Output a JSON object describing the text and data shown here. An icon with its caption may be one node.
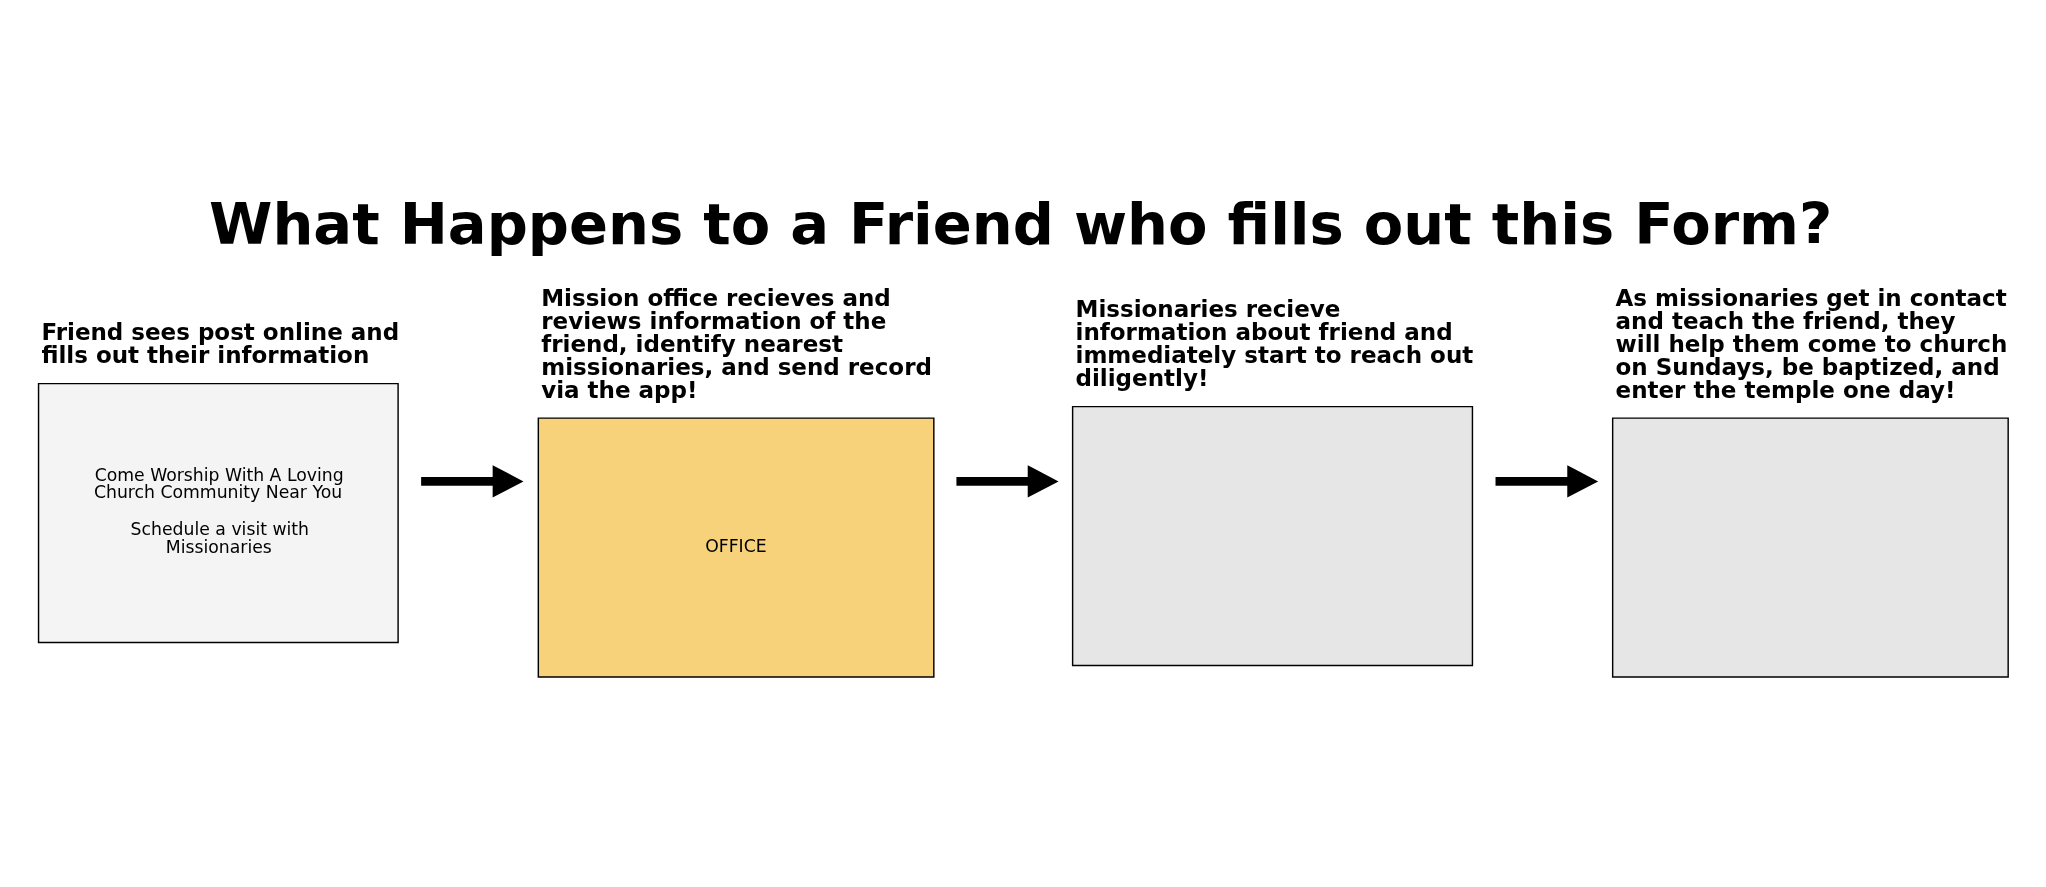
{
  "diagram": {
    "title": "What Happens to a Friend who fills out this Form?",
    "nodes": [
      {
        "text": [
          "Come Worship With A Loving Church Community Near You",
          "Schedule a visit with Missionaries"
        ],
        "beside": [
          "Friend sees post online and fills out their information"
        ]
      },
      {
        "text": [
          "OFFICE"
        ],
        "beside": [
          "Mission office recieves and reviews information of the friend, identify nearest missionaries, and send record via the app!"
        ]
      },
      {
        "text": [],
        "shape": "box",
        "beside": [
          "Missionaries recieve information about friend and immediately start to reach out diligently!"
        ]
      },
      {
        "text": [],
        "shape": "box",
        "beside": [
          "As missionaries get in contact and teach the friend, they will help them come to church on Sundays, be baptized, and enter the temple one day!"
        ]
      }
    ],
    "edges": [
      {
        "from": 0,
        "to": 1,
        "arrow": "to"
      },
      {
        "from": 1,
        "to": 2,
        "arrow": "to"
      },
      {
        "from": 2,
        "to": 3,
        "arrow": "to"
      }
    ]
  }
}
